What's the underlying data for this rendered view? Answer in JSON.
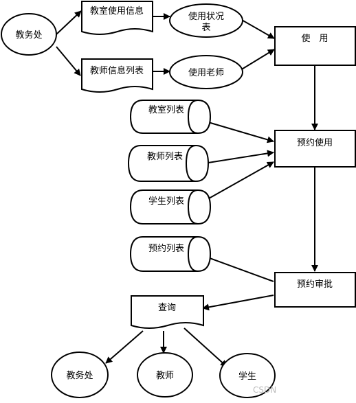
{
  "nodes": {
    "jiaowuchu_top": "教务处",
    "classroom_usage_info": "教室使用信息",
    "teacher_info_list": "教师信息列表",
    "usage_status": "使用状况表",
    "usage_teacher": "使用老师",
    "use": "使　用",
    "classroom_list": "教室列表",
    "teacher_list": "教师列表",
    "student_list": "学生列表",
    "booking_use": "预约使用",
    "booking_list": "预约列表",
    "booking_approval": "预约审批",
    "query": "查询",
    "jiaowuchu_bottom": "教务处",
    "teacher": "教师",
    "student": "学生"
  },
  "watermark": "CSDN"
}
